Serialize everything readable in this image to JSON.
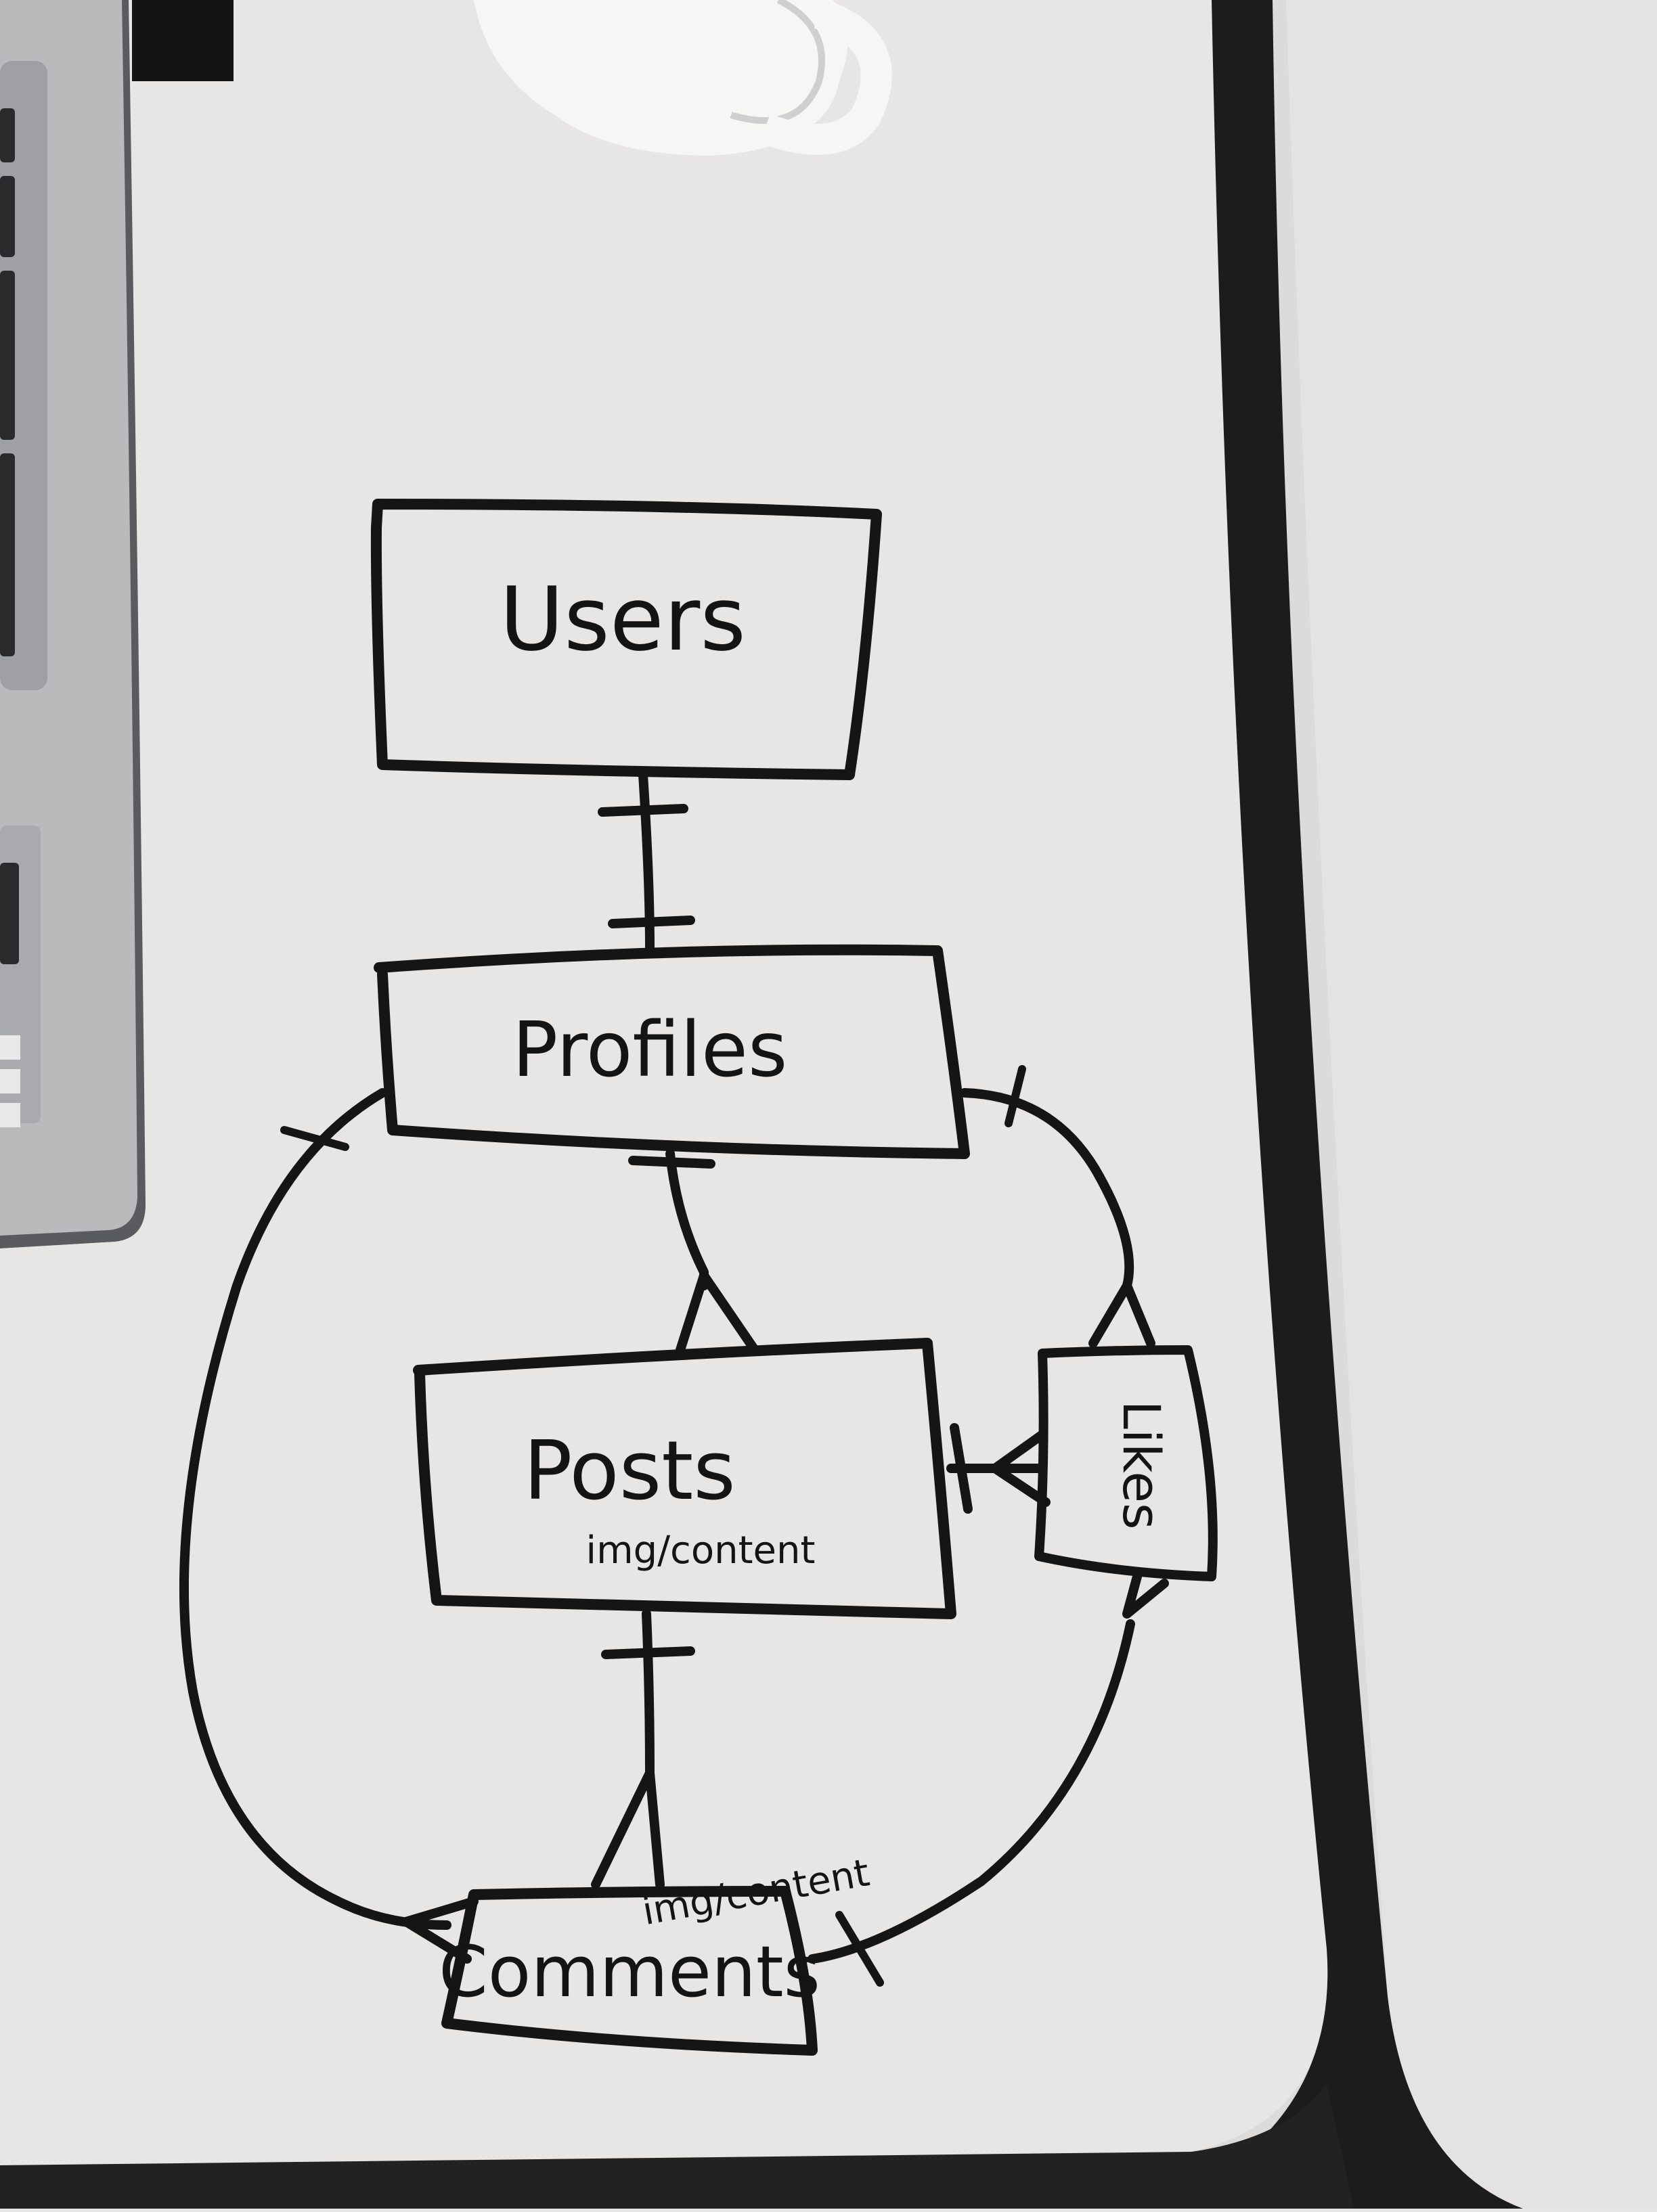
{
  "diagram": {
    "entities": {
      "users": {
        "label": "Users"
      },
      "profiles": {
        "label": "Profiles"
      },
      "posts": {
        "label": "Posts",
        "attribute": "img/content"
      },
      "likes": {
        "label": "Likes"
      },
      "comments": {
        "label": "Comments",
        "attribute": "img/content"
      }
    },
    "relationships": [
      {
        "from": "users",
        "to": "profiles",
        "from_cardinality": "one",
        "to_cardinality": "one"
      },
      {
        "from": "profiles",
        "to": "posts",
        "from_cardinality": "one",
        "to_cardinality": "many"
      },
      {
        "from": "profiles",
        "to": "likes",
        "from_cardinality": "one",
        "to_cardinality": "many"
      },
      {
        "from": "posts",
        "to": "likes",
        "from_cardinality": "one",
        "to_cardinality": "many"
      },
      {
        "from": "posts",
        "to": "comments",
        "from_cardinality": "one",
        "to_cardinality": "many"
      },
      {
        "from": "profiles",
        "to": "comments",
        "from_cardinality": "one",
        "to_cardinality": "many"
      },
      {
        "from": "likes",
        "to": "comments",
        "from_cardinality": "many",
        "to_cardinality": "one"
      }
    ]
  },
  "colors": {
    "ink": "#151515",
    "whiteboard": "#e6e5e3",
    "frame": "#1c1c1c",
    "laptop": "#b8b9bb",
    "mug": "#f7f7f6"
  }
}
